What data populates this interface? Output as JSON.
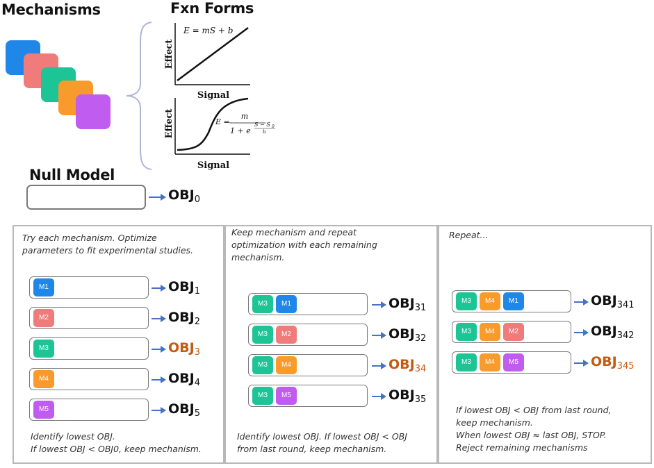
{
  "header": {
    "mechanisms_title": "Mechanisms",
    "fxn_forms_title": "Fxn Forms",
    "null_model_title": "Null Model"
  },
  "null_model": {
    "obj": "OBJ",
    "sub": "0"
  },
  "fxn_forms": {
    "linear": {
      "equation": "E = mS + b",
      "ylabel": "Effect",
      "xlabel": "Signal"
    },
    "sigmoid": {
      "equation_lhs": "E =",
      "numerator": "m",
      "denominator": "1 + e",
      "exponent_top": "S − S",
      "exponent_sub": "0",
      "exponent_bottom": "b",
      "ylabel": "Effect",
      "xlabel": "Signal"
    }
  },
  "colors": {
    "M1": "#1f87e8",
    "M2": "#f07b7b",
    "M3": "#1cc496",
    "M4": "#f89a2c",
    "M5": "#c05cf0",
    "highlight": "#c55a11",
    "arrow": "#4472c4"
  },
  "panels": [
    {
      "caption_top": [
        "Try each mechanism. Optimize",
        "parameters to fit experimental studies."
      ],
      "rows": [
        {
          "chips": [
            "M1"
          ],
          "obj": "OBJ",
          "sub": "1"
        },
        {
          "chips": [
            "M2"
          ],
          "obj": "OBJ",
          "sub": "2"
        },
        {
          "chips": [
            "M3"
          ],
          "obj": "OBJ",
          "sub": "3",
          "highlight": true
        },
        {
          "chips": [
            "M4"
          ],
          "obj": "OBJ",
          "sub": "4"
        },
        {
          "chips": [
            "M5"
          ],
          "obj": "OBJ",
          "sub": "5"
        }
      ],
      "caption_bottom": [
        "Identify lowest OBJ.",
        "If lowest OBJ < OBJ0, keep mechanism."
      ]
    },
    {
      "caption_top": [
        "Keep mechanism and repeat",
        "optimization with each remaining",
        "mechanism."
      ],
      "rows": [
        {
          "chips": [
            "M3",
            "M1"
          ],
          "obj": "OBJ",
          "sub": "31"
        },
        {
          "chips": [
            "M3",
            "M2"
          ],
          "obj": "OBJ",
          "sub": "32"
        },
        {
          "chips": [
            "M3",
            "M4"
          ],
          "obj": "OBJ",
          "sub": "34",
          "highlight": true
        },
        {
          "chips": [
            "M3",
            "M5"
          ],
          "obj": "OBJ",
          "sub": "35"
        }
      ],
      "caption_bottom": [
        "Identify lowest OBJ. If lowest OBJ < OBJ",
        "from last round, keep mechanism."
      ]
    },
    {
      "caption_top": [
        "Repeat..."
      ],
      "rows": [
        {
          "chips": [
            "M3",
            "M4",
            "M1"
          ],
          "obj": "OBJ",
          "sub": "341"
        },
        {
          "chips": [
            "M3",
            "M4",
            "M2"
          ],
          "obj": "OBJ",
          "sub": "342"
        },
        {
          "chips": [
            "M3",
            "M4",
            "M5"
          ],
          "obj": "OBJ",
          "sub": "345",
          "highlight": true
        }
      ],
      "caption_bottom": [
        "If lowest OBJ < OBJ from last round,",
        "keep mechanism.",
        "When lowest OBJ ≈ last OBJ, STOP.",
        "Reject remaining mechanisms"
      ]
    }
  ]
}
